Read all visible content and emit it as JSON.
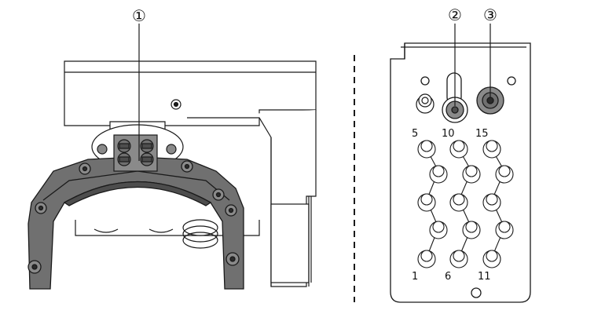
{
  "callouts": {
    "c1": "①",
    "c2": "②",
    "c3": "③"
  },
  "pin_numbers": {
    "n5": "5",
    "n10": "10",
    "n15": "15",
    "n1": "1",
    "n6": "6",
    "n11": "11"
  },
  "colors": {
    "line": "#1a1a1a",
    "bracket_fill": "#707070",
    "bracket_dark": "#4d4d4d",
    "port_grey": "#8a8a8a",
    "port_dark": "#2b2b2b",
    "body_fill": "#ffffff"
  }
}
